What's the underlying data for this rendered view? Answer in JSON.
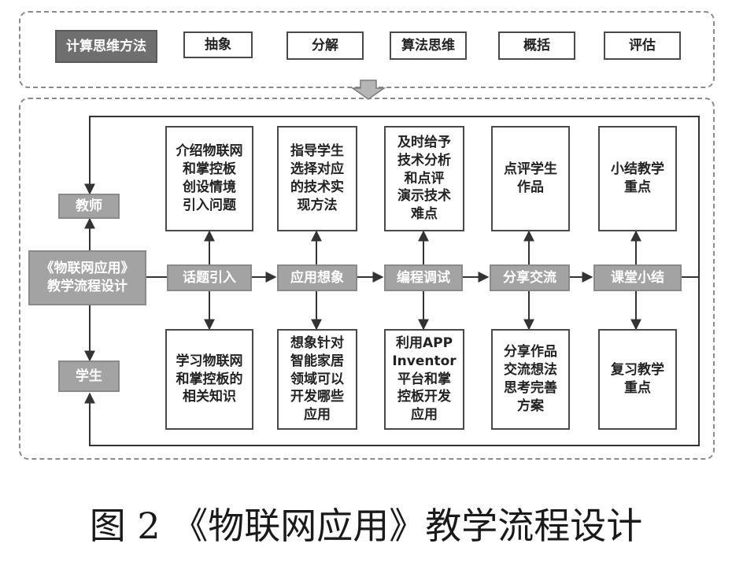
{
  "methods": {
    "header": "计算思维方法",
    "items": [
      "抽象",
      "分解",
      "算法思维",
      "概括",
      "评估"
    ]
  },
  "roles": {
    "teacher": "教师",
    "student": "学生"
  },
  "design_label": "《物联网应用》\n教学流程设计",
  "stages": [
    {
      "name": "话题引入",
      "teacher": "介绍物联网\n和掌控板\n创设情境\n引入问题",
      "student": "学习物联网\n和掌控板的\n相关知识"
    },
    {
      "name": "应用想象",
      "teacher": "指导学生\n选择对应\n的技术实\n现方法",
      "student": "想象针对\n智能家居\n领域可以\n开发哪些\n应用"
    },
    {
      "name": "编程调试",
      "teacher": "及时给予\n技术分析\n和点评\n演示技术\n难点",
      "student": "利用APP\nInventor\n平台和掌\n控板开发\n应用"
    },
    {
      "name": "分享交流",
      "teacher": "点评学生\n作品",
      "student": "分享作品\n交流想法\n思考完善\n方案"
    },
    {
      "name": "课堂小结",
      "teacher": "小结教学\n重点",
      "student": "复习教学\n重点"
    }
  ],
  "caption": "图 2 《物联网应用》教学流程设计"
}
